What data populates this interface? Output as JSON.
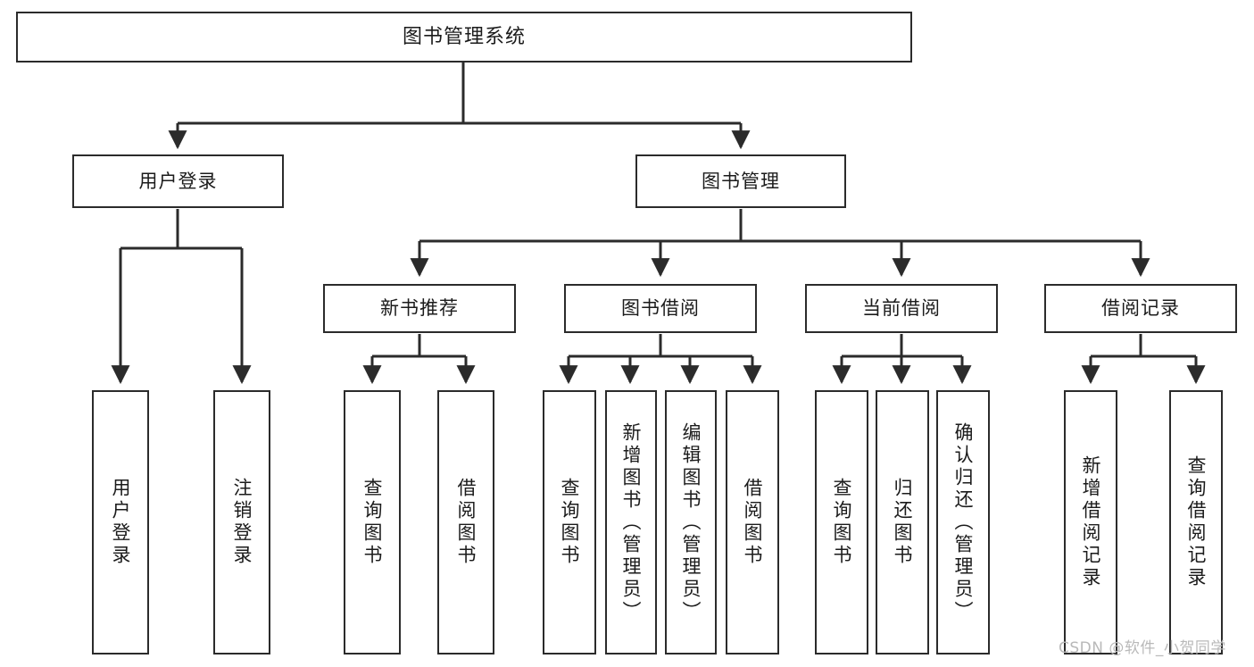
{
  "diagram": {
    "title": "图书管理系统",
    "type": "tree",
    "watermark": "CSDN @软件_小贺同学",
    "colors": {
      "box_border": "#2b2b2b",
      "box_fill": "#ffffff",
      "edge": "#2b2b2b",
      "text": "#1b1b1b",
      "watermark": "#b9b9b9",
      "background": "#ffffff"
    },
    "nodes": {
      "root": {
        "label": "图书管理系统"
      },
      "level1": [
        {
          "id": "user-login",
          "label": "用户登录"
        },
        {
          "id": "book-manage",
          "label": "图书管理"
        }
      ],
      "level2": [
        {
          "id": "new-book-recommend",
          "label": "新书推荐"
        },
        {
          "id": "book-borrow",
          "label": "图书借阅"
        },
        {
          "id": "current-borrow",
          "label": "当前借阅"
        },
        {
          "id": "borrow-record",
          "label": "借阅记录"
        }
      ],
      "leaves": {
        "user-login": [
          {
            "id": "leaf-user-login",
            "label": "用户登录"
          },
          {
            "id": "leaf-logout-login",
            "label": "注销登录"
          }
        ],
        "new-book-recommend": [
          {
            "id": "leaf-query-book-1",
            "label": "查询图书"
          },
          {
            "id": "leaf-borrow-book-1",
            "label": "借阅图书"
          }
        ],
        "book-borrow": [
          {
            "id": "leaf-query-book-2",
            "label": "查询图书"
          },
          {
            "id": "leaf-add-book",
            "label": "新增图书（管理员）"
          },
          {
            "id": "leaf-edit-book",
            "label": "编辑图书（管理员）"
          },
          {
            "id": "leaf-borrow-book-2",
            "label": "借阅图书"
          }
        ],
        "current-borrow": [
          {
            "id": "leaf-query-book-3",
            "label": "查询图书"
          },
          {
            "id": "leaf-return-book",
            "label": "归还图书"
          },
          {
            "id": "leaf-confirm-return",
            "label": "确认归还（管理员）"
          }
        ],
        "borrow-record": [
          {
            "id": "leaf-add-record",
            "label": "新增借阅记录"
          },
          {
            "id": "leaf-query-record",
            "label": "查询借阅记录"
          }
        ]
      }
    }
  }
}
